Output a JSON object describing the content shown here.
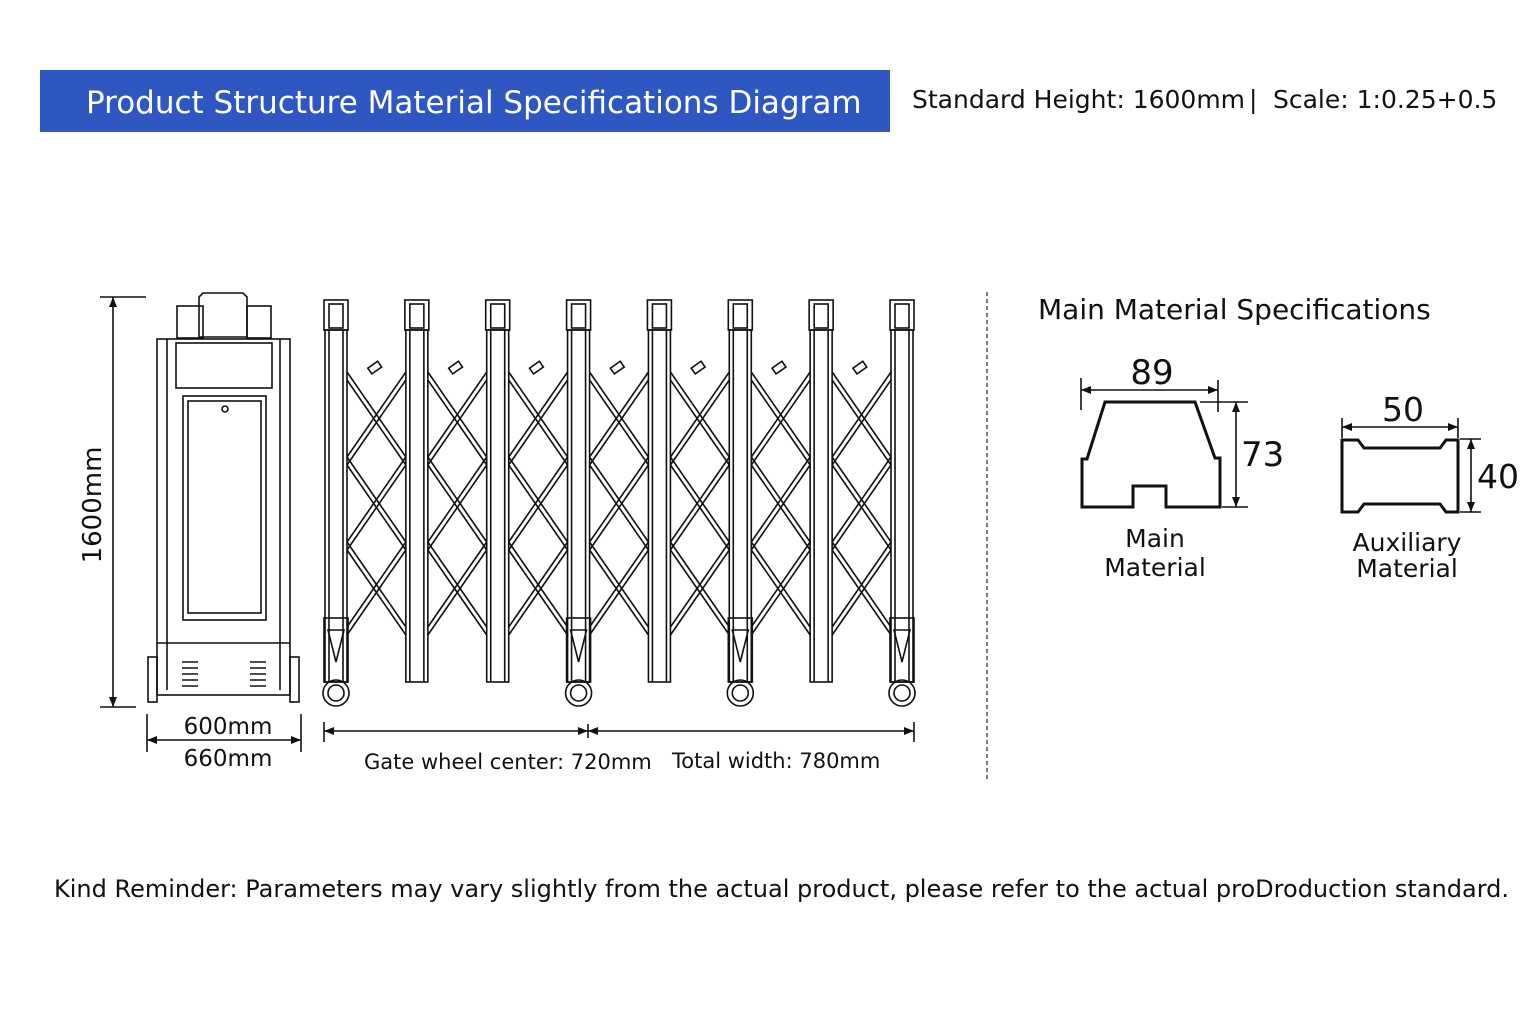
{
  "header": {
    "title": "Product Structure Material Specifications Diagram",
    "standard_height": "Standard Height: 1600mm",
    "separator": "|",
    "scale": "Scale: 1:0.25+0.5",
    "accent_color": "#2f57c2"
  },
  "gate": {
    "height_label": "1600mm",
    "cabinet_width_label": "600mm",
    "base_width_label": "660mm",
    "wheel_center_label": "Gate wheel center: 720mm",
    "total_width_label": "Total width: 780mm",
    "post_count": 8,
    "wheeled_posts": [
      0,
      3,
      5,
      7
    ]
  },
  "materials": {
    "title": "Main Material Specifications",
    "main": {
      "width": "89",
      "height": "73",
      "label_line1": "Main",
      "label_line2": "Material"
    },
    "auxiliary": {
      "width": "50",
      "height": "40",
      "label_line1": "Auxiliary",
      "label_line2": "Material"
    }
  },
  "footer": {
    "reminder": "Kind Reminder:  Parameters may vary slightly from the actual product, please refer to the actual proDroduction standard."
  }
}
